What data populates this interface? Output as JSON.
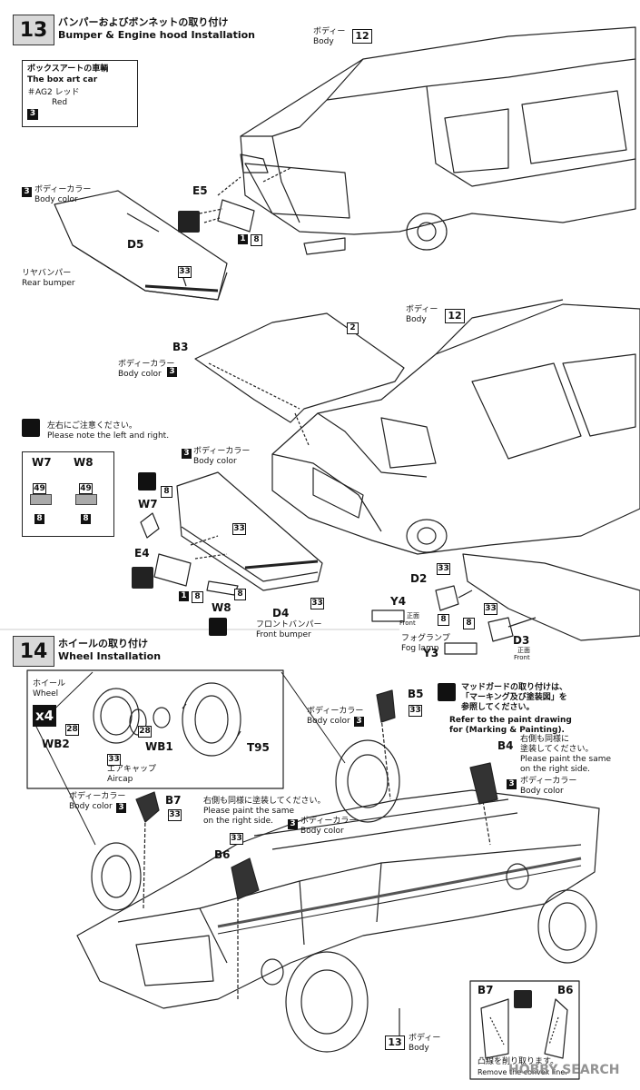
{
  "step13": {
    "number": "13",
    "title_jp": "バンパーおよびボンネットの取り付け",
    "title_en": "Bumper & Engine hood Installation",
    "boxart": {
      "title_jp": "ボックスアートの車輌",
      "title_en": "The box art car",
      "color_jp": "＃AG2 レッド",
      "color_en": "Red",
      "number": "3"
    },
    "body_top": {
      "jp": "ボディー",
      "en": "Body",
      "number": "12"
    },
    "body_mid": {
      "jp": "ボディー",
      "en": "Body",
      "number": "12"
    },
    "rear_color": {
      "number": "3",
      "jp": "ボディーカラー",
      "en": "Body color"
    },
    "e5": "E5",
    "e5_numbers": [
      "1",
      "8"
    ],
    "d5": "D5",
    "rear_bumper_jp": "リヤバンパー",
    "rear_bumper_en": "Rear bumper",
    "n33_rear": "33",
    "b3": "B3",
    "hood_color": {
      "jp": "ボディーカラー",
      "en": "Body color",
      "number": "3"
    },
    "hood_num": "2",
    "note_jp": "左右にご注意ください。",
    "note_en": "Please note the left and right.",
    "w7": "W7",
    "w8": "W8",
    "n49a": "49",
    "n49b": "49",
    "n8a": "8",
    "n8b": "8",
    "front_color": {
      "number": "3",
      "jp": "ボディーカラー",
      "en": "Body color"
    },
    "w7_label": "W7",
    "w7_num": "8",
    "n33_front": "33",
    "e4": "E4",
    "e4_numbers": [
      "1",
      "8"
    ],
    "n8_mid": "8",
    "w8_label": "W8",
    "d4": "D4",
    "n33_d4": "33",
    "front_bumper_jp": "フロントバンパー",
    "front_bumper_en": "Front bumper",
    "d2": "D2",
    "n33_d2": "33",
    "y4": "Y4",
    "front_jp_a": "正面",
    "front_en_a": "Front",
    "n8_d2": "8",
    "n33_d3": "33",
    "n8_d3": "8",
    "d3": "D3",
    "fog_jp": "フォグランプ",
    "fog_en": "Fog lamp",
    "y3": "Y3",
    "front_jp_b": "正面",
    "front_en_b": "Front"
  },
  "step14": {
    "number": "14",
    "title_jp": "ホイールの取り付け",
    "title_en": "Wheel Installation",
    "wheel_jp": "ホイール",
    "wheel_en": "Wheel",
    "qty": "x4",
    "n28a": "28",
    "n28b": "28",
    "wb2": "WB2",
    "wb1": "WB1",
    "t95": "T95",
    "n33_aircap": "33",
    "aircap_jp": "エアキャップ",
    "aircap_en": "Aircap",
    "b5": "B5",
    "b5_color": {
      "jp": "ボディーカラー",
      "en": "Body color",
      "number": "3",
      "n33": "33"
    },
    "mud_jp_1": "マッドガードの取り付けは、",
    "mud_jp_2": "「マーキング及び塗装図」を",
    "mud_jp_3": "参照してください。",
    "mud_en_1": "Refer to the paint drawing",
    "mud_en_2": "for (Marking & Painting).",
    "b4": "B4",
    "b4_right_jp": "右側も同様に",
    "b4_right_jp2": "塗装してください。",
    "b4_right_en": "Please paint the same",
    "b4_right_en2": "on the right side.",
    "b4_color": {
      "number": "3",
      "jp": "ボディーカラー",
      "en": "Body color"
    },
    "b7_color": {
      "jp": "ボディーカラー",
      "en": "Body color",
      "number": "3"
    },
    "b7": "B7",
    "n33_b7": "33",
    "right_jp": "右側も同様に塗装してください。",
    "right_en_1": "Please paint the same",
    "right_en_2": "on the right side.",
    "mid_color": {
      "number": "3",
      "jp": "ボディーカラー",
      "en": "Body color"
    },
    "n33_b6": "33",
    "b6": "B6",
    "body": {
      "number": "13",
      "jp": "ボディー",
      "en": "Body"
    },
    "inset": {
      "b7": "B7",
      "b6": "B6",
      "jp": "凸線を削り取ります。",
      "en": "Remove the convex line."
    }
  },
  "watermark": "HOBBY SEARCH"
}
